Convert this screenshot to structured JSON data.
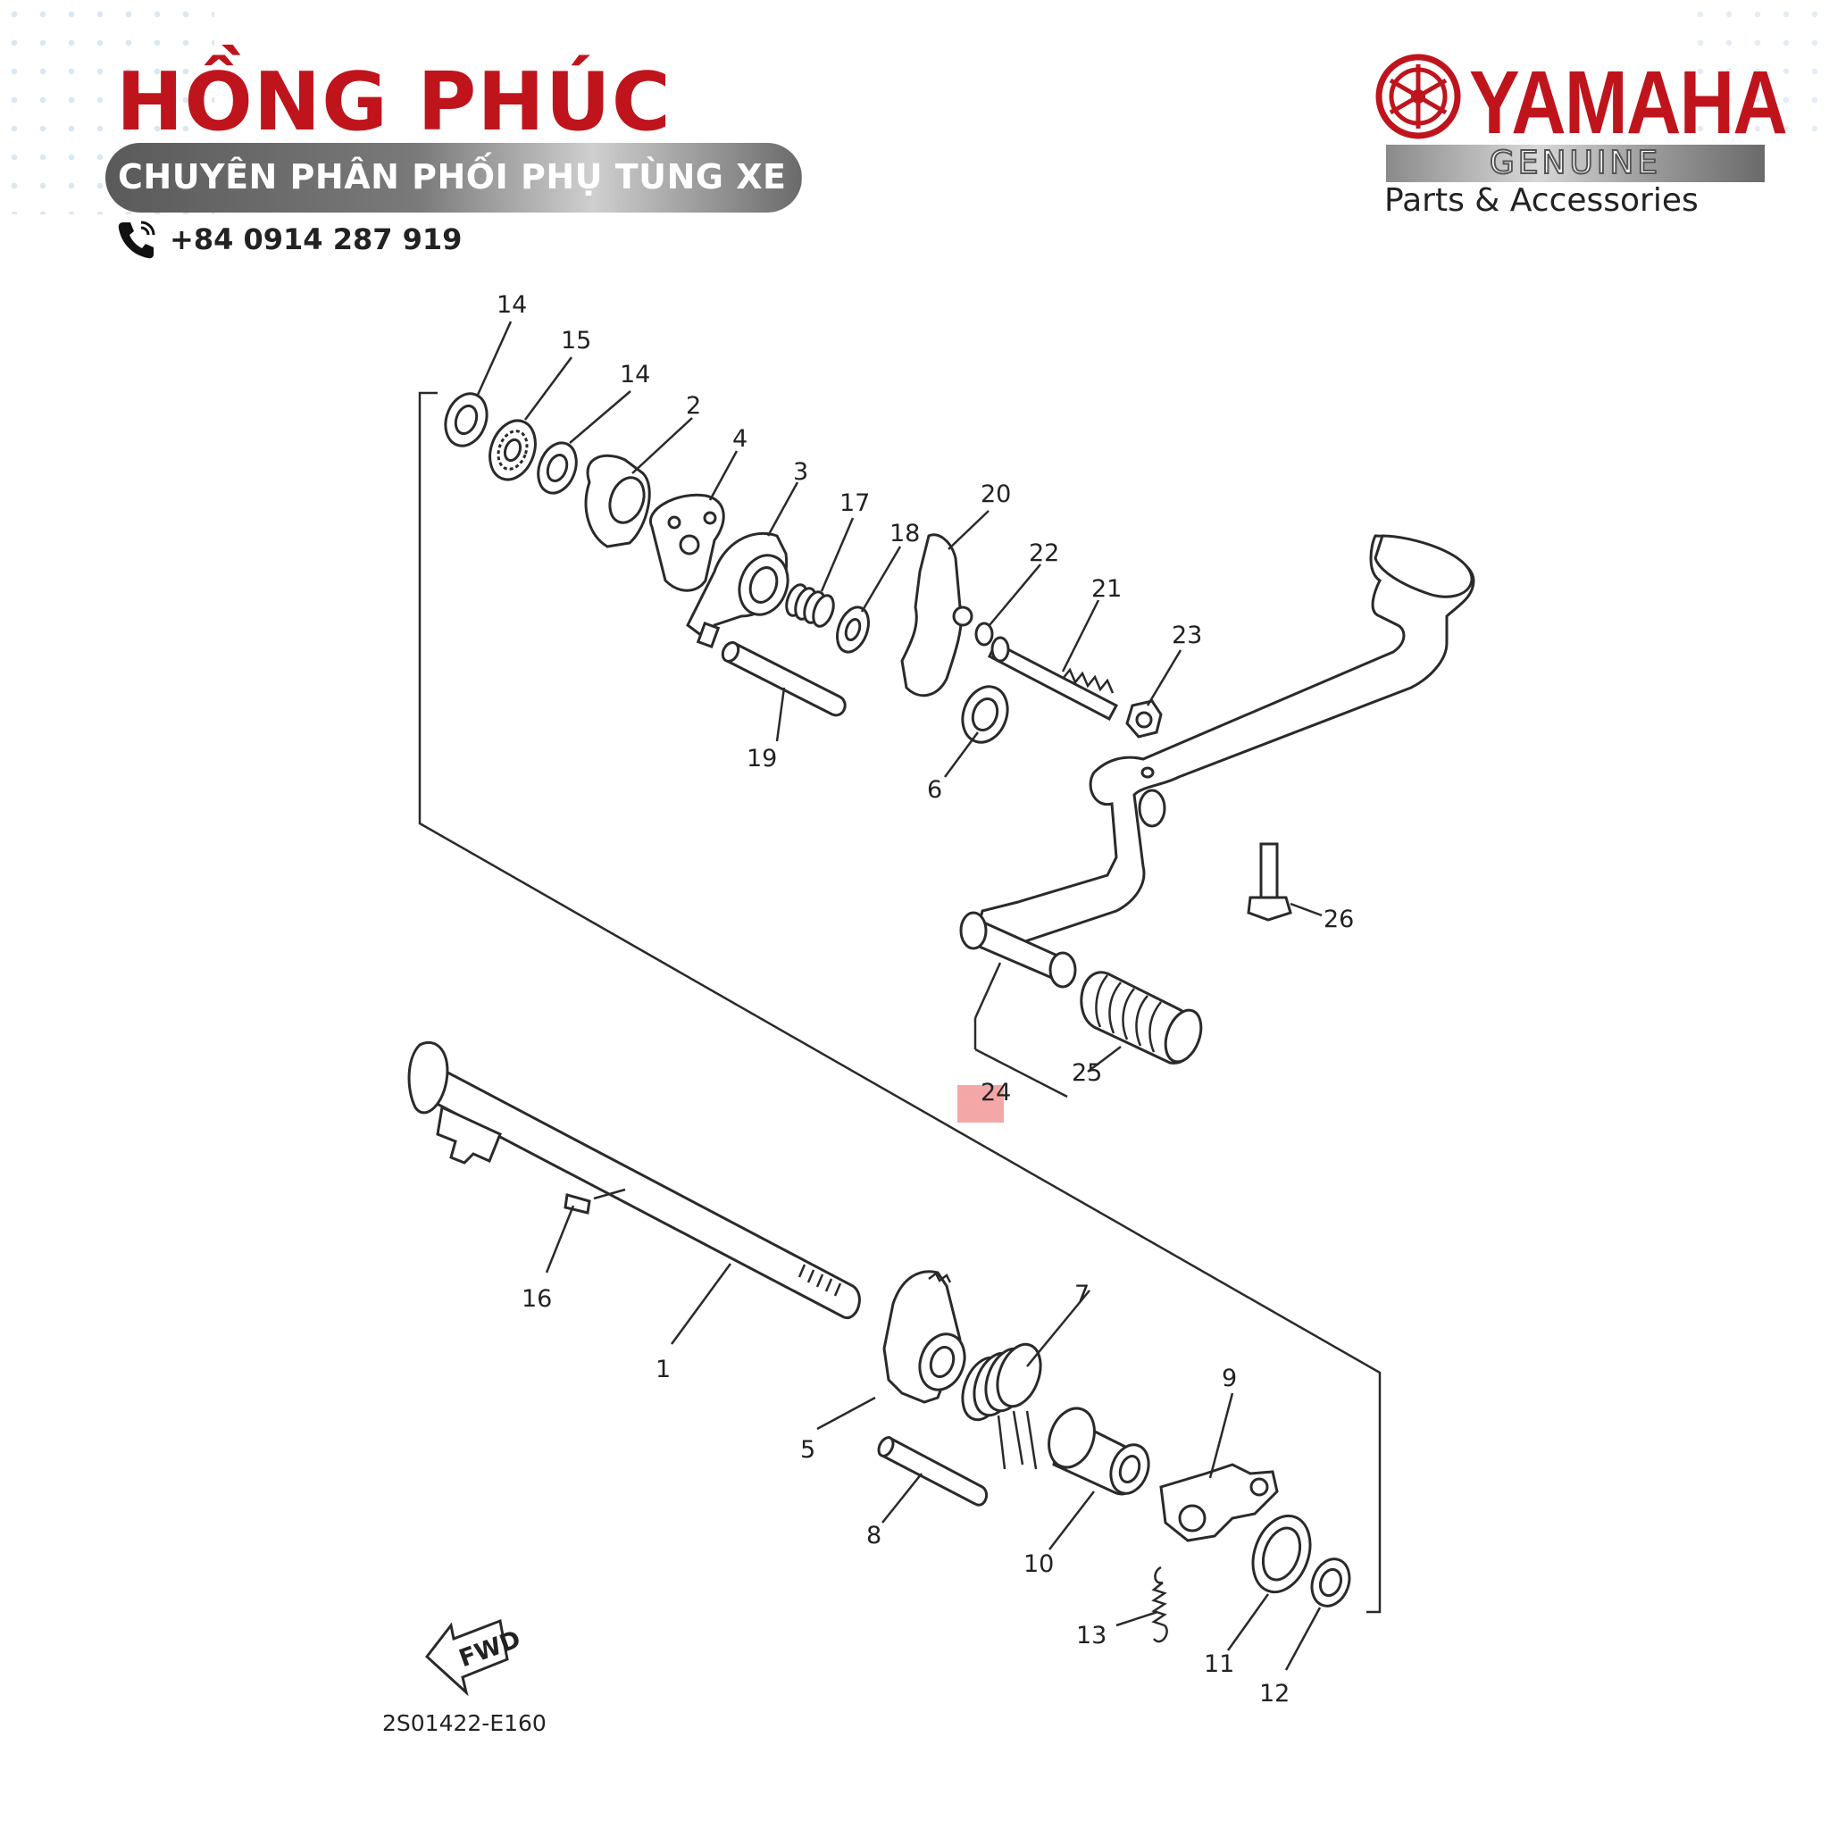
{
  "brand": {
    "name": "HỒNG PHÚC",
    "tagline": "CHUYÊN PHÂN PHỐI PHỤ TÙNG XE MÁY",
    "phone": "+84 0914 287 919"
  },
  "logo": {
    "word": "YAMAHA",
    "genuine": "GENUINE",
    "subtitle": "Parts & Accessories"
  },
  "diagram": {
    "part_labels": [
      {
        "id": "14a",
        "text": "14"
      },
      {
        "id": "15",
        "text": "15"
      },
      {
        "id": "14b",
        "text": "14"
      },
      {
        "id": "2",
        "text": "2"
      },
      {
        "id": "4",
        "text": "4"
      },
      {
        "id": "3",
        "text": "3"
      },
      {
        "id": "17",
        "text": "17"
      },
      {
        "id": "18",
        "text": "18"
      },
      {
        "id": "20",
        "text": "20"
      },
      {
        "id": "22",
        "text": "22"
      },
      {
        "id": "21",
        "text": "21"
      },
      {
        "id": "23",
        "text": "23"
      },
      {
        "id": "19",
        "text": "19"
      },
      {
        "id": "6",
        "text": "6"
      },
      {
        "id": "26",
        "text": "26"
      },
      {
        "id": "24",
        "text": "24"
      },
      {
        "id": "25",
        "text": "25"
      },
      {
        "id": "16",
        "text": "16"
      },
      {
        "id": "1",
        "text": "1"
      },
      {
        "id": "7",
        "text": "7"
      },
      {
        "id": "9",
        "text": "9"
      },
      {
        "id": "5",
        "text": "5"
      },
      {
        "id": "8",
        "text": "8"
      },
      {
        "id": "10",
        "text": "10"
      },
      {
        "id": "13",
        "text": "13"
      },
      {
        "id": "11",
        "text": "11"
      },
      {
        "id": "12",
        "text": "12"
      }
    ],
    "fwd_label": "FWD",
    "diagram_code": "2S01422-E160"
  },
  "colors": {
    "brand_red": "#c0141c",
    "line": "#2a2a2a",
    "highlight": "#f08a8a"
  }
}
